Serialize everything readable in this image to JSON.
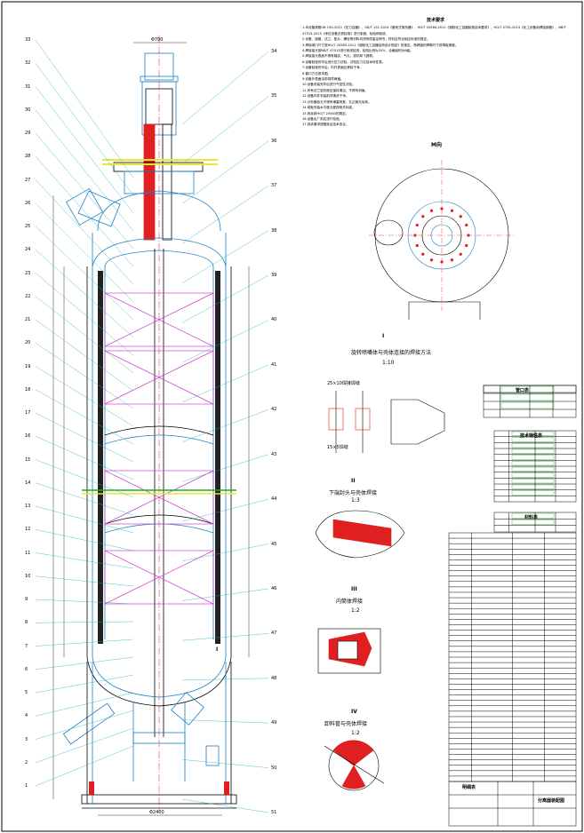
{
  "notes": {
    "heading": "技术要求",
    "lines": [
      "1.本设备按照GB 150-2011《压力容器》、GB/T 151-2014《管壳式换热器》、HG/T 20584-2011《钢制化工容器制造技术要求》、HG/T 4735-2014《化工设备用焊接钢管》、NB/T 47013-2015《承压设备无损检测》进行制造、检验和验收。",
      "2.设备、接管、法兰、垫片、螺栓等材料均须有质量证明书，材料应符合相应标准的规定。",
      "3.焊接坡口尺寸按HG/T 20583-2011《钢制化工容器结构设计规定》的规定，角焊缝的焊脚尺寸按薄板厚度。",
      "4.焊接接头按NB/T 47013进行射线检测，检测比例为20%，合格级别为Ⅲ级。",
      "5.焊接接头表面不得有裂纹、气孔、弧坑和飞溅物。",
      "6.设备制造完毕后进行压力试验，试验压力见技术特性表。",
      "7.设备制造完毕后，内外表面应清除干净。",
      "8.管口方位按本图。",
      "9.设备外表面涂防锈漆两遍。",
      "10.设备安装完毕后进行气密性试验。",
      "11.所有法兰密封面应保持清洁，不得有划痕。",
      "12.设备内件安装前须清洗干净。",
      "13.分布器各孔不得有堵塞现象，孔边缘无毛刺。",
      "14.塔板安装水平度允差按相关标准。",
      "15.其余按HG/T 20584的规定。",
      "16.设备出厂前应进行检验。",
      "17.其余要求按图纸及技术协议。"
    ]
  },
  "views": {
    "m_view": "M向",
    "detail_I_title": "I",
    "detail_I_caption": "旋转喷嘴体与壳体连接的焊接方法",
    "detail_I_scale": "1:10",
    "detail_II_title": "II",
    "detail_II_caption": "下端封头与壳体焊接",
    "detail_II_scale": "1:3",
    "detail_III_title": "III",
    "detail_III_caption": "内筒体焊接",
    "detail_III_scale": "1:2",
    "detail_IV_title": "IV",
    "detail_IV_caption": "卸料管与壳体焊接",
    "detail_IV_scale": "1:2",
    "weld_note_1": "25×10焊接焊缝",
    "weld_note_2": "15×5焊缝",
    "label_I": "I",
    "dim_top": "Φ700",
    "dim_bottom": "Φ2400"
  },
  "part_numbers_left": [
    "33",
    "32",
    "31",
    "30",
    "29",
    "28",
    "27",
    "26",
    "25",
    "24",
    "23",
    "22",
    "21",
    "20",
    "19",
    "18",
    "17",
    "16",
    "15",
    "14",
    "13",
    "12",
    "11",
    "10",
    "9",
    "8",
    "7",
    "6",
    "5",
    "4",
    "3",
    "2",
    "1"
  ],
  "part_numbers_right": [
    "34",
    "35",
    "36",
    "37",
    "38",
    "39",
    "40",
    "41",
    "42",
    "43",
    "44",
    "45",
    "46",
    "47",
    "48",
    "49",
    "50",
    "51"
  ],
  "tables": {
    "spec_header": "管口表",
    "tech_header": "技术特性表",
    "mat_header": "材料表",
    "parts_list_title": "明细表",
    "title_block": "分离器装配图"
  },
  "colors": {
    "line": "#1f7fc4",
    "red": "#e02020",
    "magenta": "#d040d0",
    "green": "#22aa22",
    "yellow": "#e8e830",
    "cyan": "#20b8b8"
  }
}
